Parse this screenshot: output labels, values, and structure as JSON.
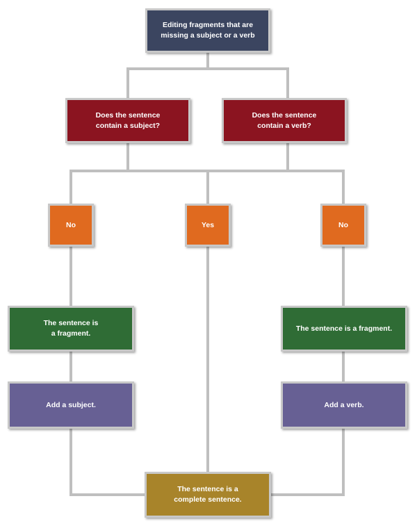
{
  "colors": {
    "navy": "#3b4560",
    "crimson": "#8b1420",
    "orange": "#e06a1f",
    "green": "#2f6c35",
    "purple": "#676094",
    "gold": "#a8842a",
    "connector": "#bfbfbf",
    "border": "#c8c8c8"
  },
  "nodes": {
    "root": {
      "text": "Editing fragments that are\nmissing a subject or a verb"
    },
    "q_subject": {
      "text": "Does the sentence\ncontain a subject?"
    },
    "q_verb": {
      "text": "Does the sentence\ncontain a verb?"
    },
    "no_left": {
      "text": "No"
    },
    "yes": {
      "text": "Yes"
    },
    "no_right": {
      "text": "No"
    },
    "frag_left": {
      "text": "The sentence is\na fragment."
    },
    "frag_right": {
      "text": "The sentence is a fragment."
    },
    "add_subject": {
      "text": "Add a subject."
    },
    "add_verb": {
      "text": "Add a verb."
    },
    "complete": {
      "text": "The sentence is a\ncomplete sentence."
    }
  }
}
